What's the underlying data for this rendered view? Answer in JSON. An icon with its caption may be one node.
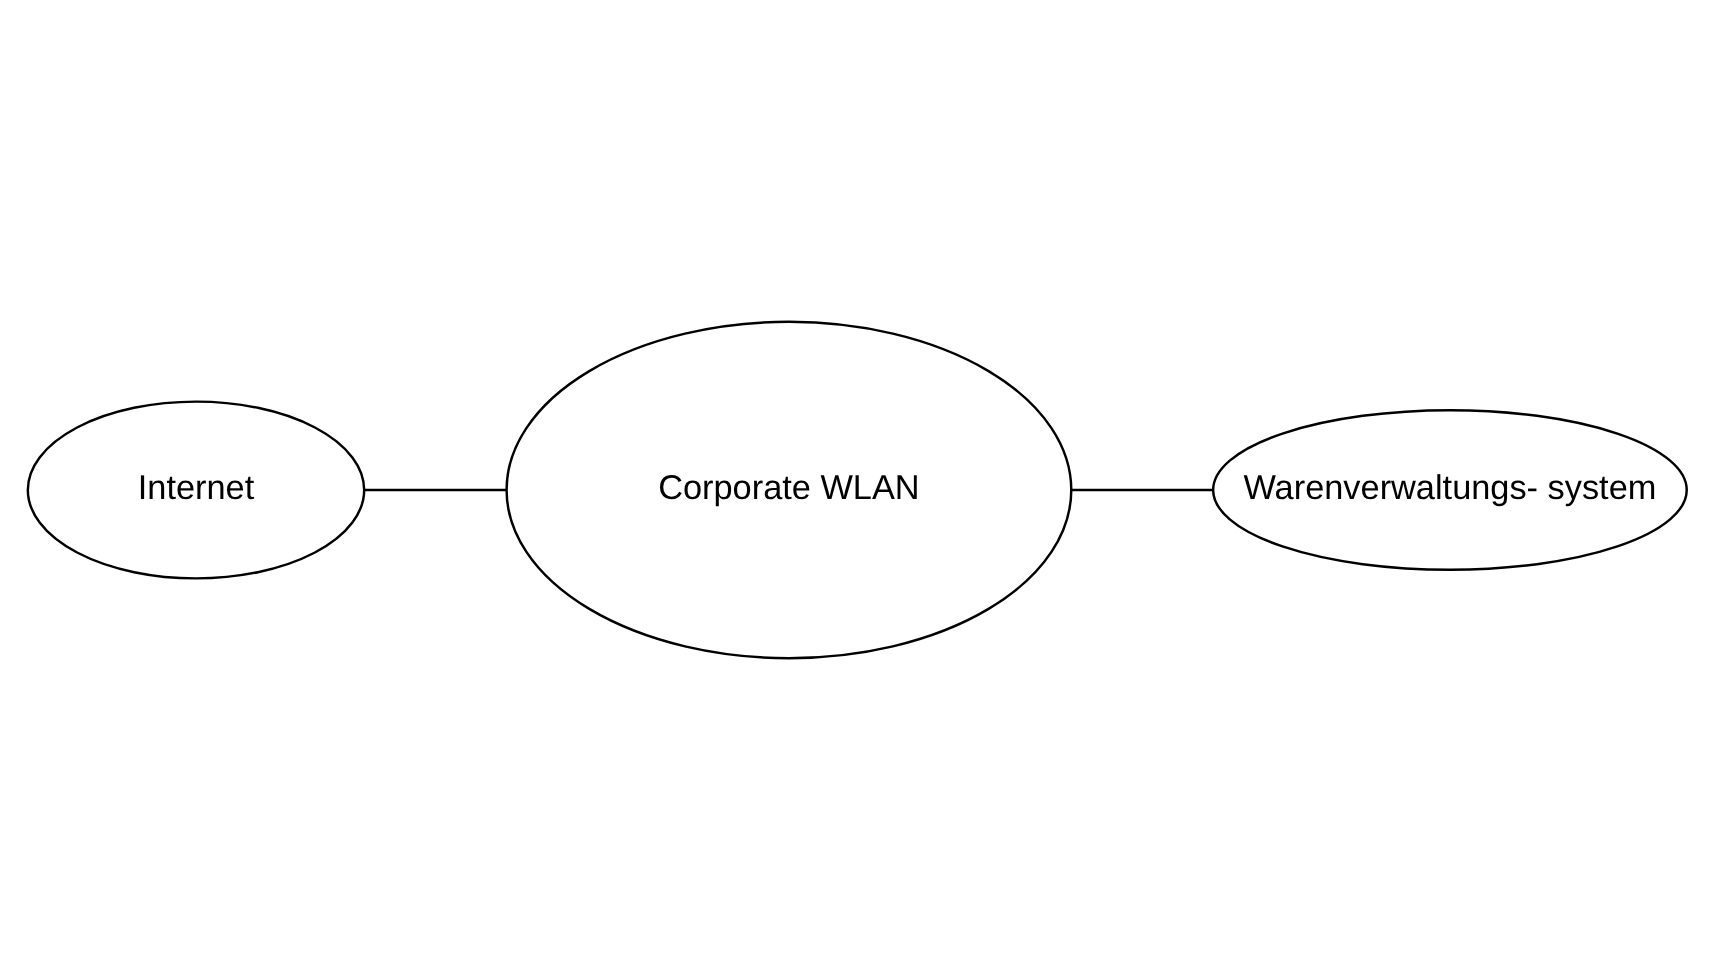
{
  "diagram": {
    "nodes": [
      {
        "text": [
          "Warenverwaltungs- system"
        ]
      },
      {
        "text": [
          "Corporate WLAN"
        ]
      },
      {
        "text": [
          "Internet"
        ]
      }
    ],
    "edges": [
      {
        "from": 1,
        "to": 0,
        "arrow": "none"
      },
      {
        "from": 2,
        "to": 1,
        "arrow": "none"
      }
    ]
  }
}
